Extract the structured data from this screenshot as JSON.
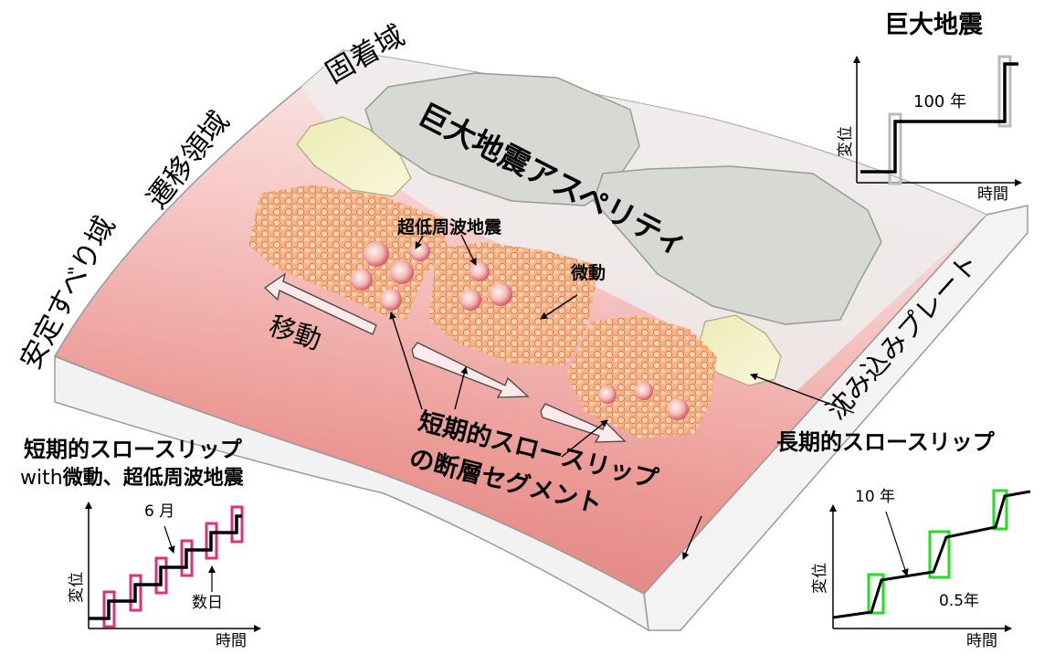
{
  "labels": {
    "locked_zone": "固着域",
    "transition_zone": "遷移領域",
    "stable_zone": "安定すべり域",
    "megaquake_asperity": "巨大地震アスペリティ",
    "subducting_plate": "沈み込みプレート",
    "vlf_earthquake": "超低周波地震",
    "tremor": "微動",
    "migration": "移動",
    "short_ss_segment_line1": "短期的スロースリップ",
    "short_ss_segment_line2": "の断層セグメント"
  },
  "panels": {
    "megaquake": {
      "title": "巨大地震",
      "y_label": "変位",
      "x_label": "時間",
      "interval_label": "100 年"
    },
    "short_term": {
      "title_line1": "短期的スロースリップ",
      "title_line2_prefix": "with",
      "title_line2_rest": "微動、超低周波地震",
      "y_label": "変位",
      "x_label": "時間",
      "interval_label": "6 月",
      "duration_label": "数日"
    },
    "long_term": {
      "title": "長期的スロースリップ",
      "y_label": "変位",
      "x_label": "時間",
      "interval_label": "10 年",
      "duration_label": "0.5年"
    }
  },
  "colors": {
    "plate_pink": "#e88a8a",
    "asperity_gray": "#d6d8d2",
    "transition_yellow": "#ecebb0",
    "segment_orange": "#f2a36a",
    "short_marker": "#e0307a",
    "long_marker": "#22dd22",
    "mega_marker": "#bbbbbb"
  }
}
